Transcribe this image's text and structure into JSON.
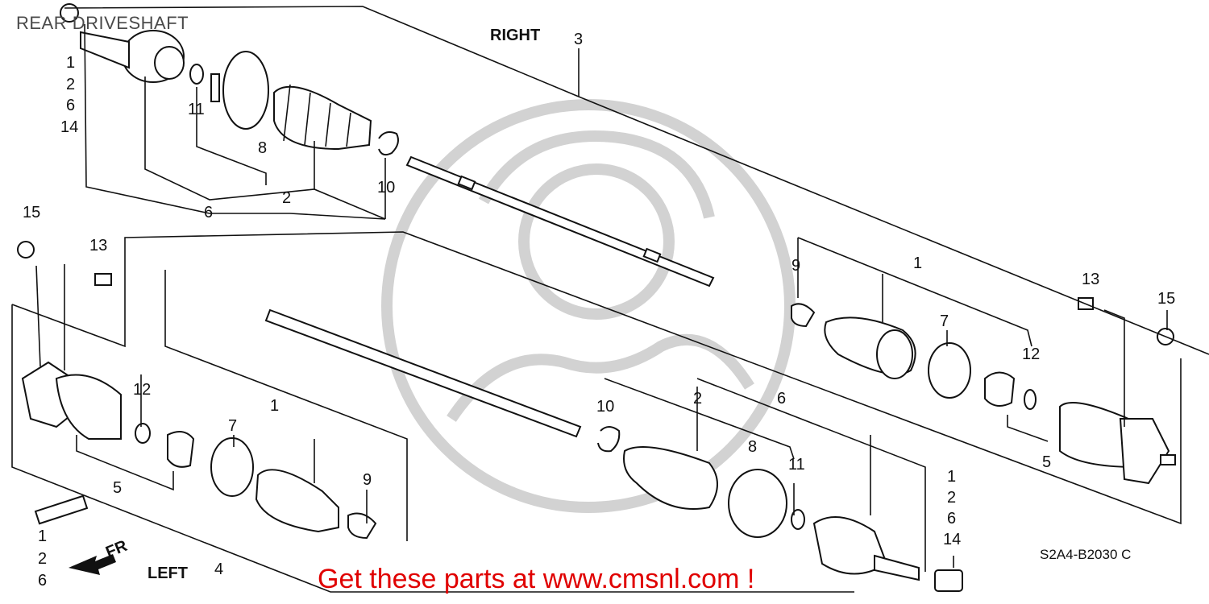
{
  "title": "REAR DRIVESHAFT",
  "promo_text": "Get these parts at www.cmsnl.com !",
  "diagram_code": "S2A4-B2030 C",
  "side_labels": {
    "right": "RIGHT",
    "left": "LEFT"
  },
  "fr_label": "FR",
  "callouts": {
    "c3": "3",
    "c4": "4",
    "tl1": "1",
    "tl2": "2",
    "tl6": "6",
    "tl14": "14",
    "r11": "11",
    "r8": "8",
    "r10": "10",
    "r2": "2",
    "r6": "6",
    "l15": "15",
    "l13": "13",
    "rr9": "9",
    "rr1": "1",
    "rr7": "7",
    "rr12": "12",
    "rr5": "5",
    "rr13": "13",
    "rr15": "15",
    "ll12": "12",
    "ll7": "7",
    "ll1": "1",
    "ll9": "9",
    "ll5": "5",
    "lb1": "1",
    "lb2": "2",
    "lb6": "6",
    "m10": "10",
    "m2": "2",
    "m6": "6",
    "m8": "8",
    "m11": "11",
    "br1": "1",
    "br2": "2",
    "br6": "6",
    "br14": "14"
  },
  "colors": {
    "promo": "#e00000",
    "line": "#111111",
    "watermark": "#d2d2d2"
  }
}
